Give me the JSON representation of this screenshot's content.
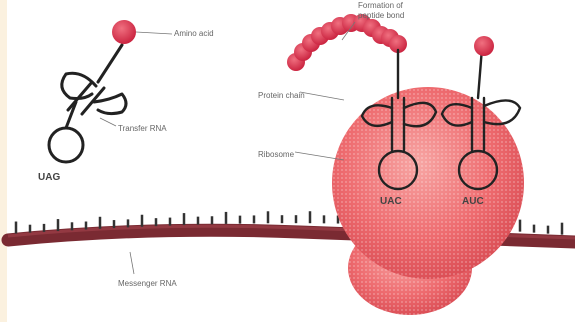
{
  "labels": {
    "amino_acid": "Amino acid",
    "transfer_rna": "Transfer RNA",
    "messenger_rna": "Messenger RNA",
    "ribosome": "Ribosome",
    "protein_chain": "Protein chain",
    "formation_of_peptide_bond": "Formation of peptide bond"
  },
  "anticodons": {
    "free_trna": "UAG",
    "site_left": "UAC",
    "site_right": "AUC"
  },
  "colors": {
    "amino_acid": "#d42a45",
    "ribosome": "#ee6b6f",
    "mrna": "#7a2a32",
    "line": "#222222",
    "background": "#ffffff"
  }
}
